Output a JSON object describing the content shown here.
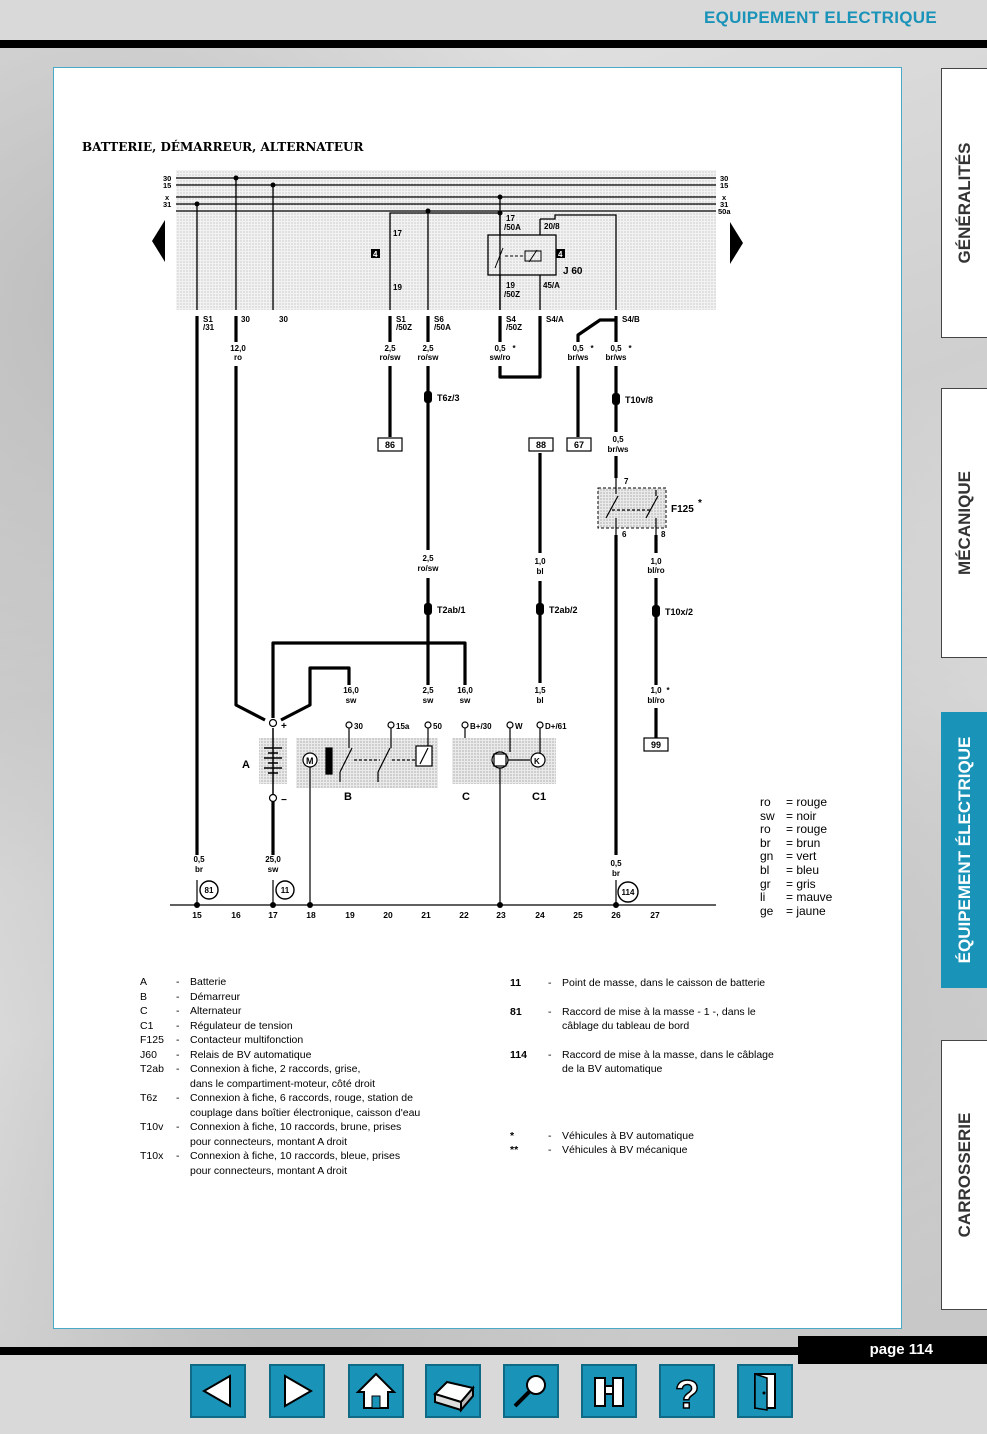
{
  "header": {
    "title": "EQUIPEMENT ELECTRIQUE"
  },
  "page_label": "page 114",
  "tabs": [
    {
      "label": "GÉNÉRALITÉS",
      "active": false
    },
    {
      "label": "MÉCANIQUE",
      "active": false
    },
    {
      "label": "ÉQUIPEMENT ÉLECTRIQUE",
      "active": true
    },
    {
      "label": "CARROSSERIE",
      "active": false
    }
  ],
  "diagram": {
    "title": "BATTERIE, DÉMARREUR, ALTERNATEUR",
    "rail_labels_left": [
      "30",
      "15",
      "x",
      "31"
    ],
    "rail_labels_right": [
      "30",
      "15",
      "x",
      "31",
      "50a"
    ],
    "relay": "J 60",
    "fuse": "F125",
    "fuse_star": "*",
    "relay_pins": [
      "17",
      "/50A",
      "20/8",
      "19",
      "/50Z",
      "45/A"
    ],
    "relay_box_left": "4",
    "relay_box_right": "4",
    "relay_pin17_left": "17",
    "relay_pin19_left": "19",
    "connectors_top": [
      {
        "top": "S1",
        "bottom": "/31"
      },
      {
        "top": "30",
        "bottom": ""
      },
      {
        "top": "30",
        "bottom": ""
      },
      {
        "top": "S1",
        "bottom": "/50Z"
      },
      {
        "top": "S6",
        "bottom": "/50A"
      },
      {
        "top": "S4",
        "bottom": "/50Z"
      },
      {
        "top": "S4/A",
        "bottom": ""
      },
      {
        "top": "S4/B",
        "bottom": ""
      }
    ],
    "wires": {
      "w1": {
        "size": "12,0",
        "color": "ro"
      },
      "w2": {
        "size": "2,5",
        "color": "ro/sw"
      },
      "w3": {
        "size": "2,5",
        "color": "ro/sw"
      },
      "w4": {
        "size": "0,5",
        "color": "sw/ro"
      },
      "w5": {
        "size": "0,5",
        "color": "br/ws"
      },
      "w6": {
        "size": "0,5",
        "color": "br/ws"
      },
      "w7": {
        "size": "0,5",
        "color": "br/ws"
      },
      "w8": {
        "size": "2,5",
        "color": "ro/sw"
      },
      "w9": {
        "size": "1,0",
        "color": "bl"
      },
      "w10": {
        "size": "1,0",
        "color": "bl/ro"
      },
      "w11": {
        "size": "16,0",
        "color": "sw"
      },
      "w12": {
        "size": "2,5",
        "color": "sw"
      },
      "w13": {
        "size": "16,0",
        "color": "sw"
      },
      "w14": {
        "size": "1,5",
        "color": "bl"
      },
      "w15": {
        "size": "1,0",
        "color": "bl/ro"
      },
      "w16": {
        "size": "0,5",
        "color": "br"
      },
      "w17": {
        "size": "25,0",
        "color": "sw"
      },
      "w18": {
        "size": "0,5",
        "color": "br"
      }
    },
    "w4_star": "*",
    "w5_star": "*",
    "w6_star": "*",
    "w15_star": "*",
    "fuse_pins": [
      "7",
      "6",
      "8"
    ],
    "plugs": [
      "T6z/3",
      "T10v/8",
      "T2ab/1",
      "T2ab/2",
      "T10x/2"
    ],
    "refs": [
      "86",
      "88",
      "67",
      "99"
    ],
    "terminals": [
      "30",
      "15a",
      "50",
      "B+/30",
      "W",
      "D+/61"
    ],
    "components": [
      "A",
      "B",
      "C",
      "C1"
    ],
    "ground_points": [
      "81",
      "11",
      "114"
    ],
    "bottom_numbers": [
      "15",
      "16",
      "17",
      "18",
      "19",
      "20",
      "21",
      "22",
      "23",
      "24",
      "25",
      "26",
      "27"
    ],
    "plus": "+",
    "minus": "−"
  },
  "color_legend": [
    {
      "code": "ro",
      "name": "= rouge"
    },
    {
      "code": "sw",
      "name": "= noir"
    },
    {
      "code": "ro",
      "name": "= rouge"
    },
    {
      "code": "br",
      "name": "= brun"
    },
    {
      "code": "gn",
      "name": "= vert"
    },
    {
      "code": "bl",
      "name": "= bleu"
    },
    {
      "code": "gr",
      "name": "= gris"
    },
    {
      "code": "li",
      "name": "= mauve"
    },
    {
      "code": "ge",
      "name": "= jaune"
    }
  ],
  "legend_left": [
    {
      "key": "A",
      "lines": [
        "Batterie"
      ]
    },
    {
      "key": "B",
      "lines": [
        "Démarreur"
      ]
    },
    {
      "key": "C",
      "lines": [
        "Alternateur"
      ]
    },
    {
      "key": "C1",
      "lines": [
        "Régulateur de tension"
      ]
    },
    {
      "key": "F125",
      "lines": [
        "Contacteur multifonction"
      ]
    },
    {
      "key": "J60",
      "lines": [
        "Relais de BV automatique"
      ]
    },
    {
      "key": "T2ab",
      "lines": [
        "Connexion à fiche, 2 raccords, grise,",
        "dans le compartiment-moteur, côté droit"
      ]
    },
    {
      "key": "T6z",
      "lines": [
        "Connexion à fiche, 6 raccords, rouge, station de",
        "couplage dans boîtier électronique, caisson d'eau"
      ]
    },
    {
      "key": "T10v",
      "lines": [
        "Connexion à fiche, 10 raccords, brune, prises",
        "pour connecteurs, montant A droit"
      ]
    },
    {
      "key": "T10x",
      "lines": [
        "Connexion à fiche, 10 raccords, bleue, prises",
        "pour connecteurs, montant A droit"
      ]
    }
  ],
  "legend_right": [
    {
      "key": "11",
      "lines": [
        "Point de masse, dans le caisson de batterie"
      ]
    },
    {
      "key": "81",
      "lines": [
        "Raccord de mise à la masse - 1 -, dans le",
        "câblage du tableau de bord"
      ]
    },
    {
      "key": "114",
      "lines": [
        "Raccord de mise à la masse, dans le câblage",
        "de la BV automatique"
      ]
    }
  ],
  "legend_notes": [
    {
      "key": "*",
      "text": "Véhicules à BV automatique"
    },
    {
      "key": "**",
      "text": "Véhicules à BV mécanique"
    }
  ],
  "legend_dash": "-",
  "nav_buttons": [
    {
      "name": "previous-icon"
    },
    {
      "name": "next-icon"
    },
    {
      "name": "home-icon"
    },
    {
      "name": "print-icon"
    },
    {
      "name": "search-icon"
    },
    {
      "name": "binoculars-icon"
    },
    {
      "name": "help-icon"
    },
    {
      "name": "exit-icon"
    }
  ],
  "nav_help_glyph": "?"
}
